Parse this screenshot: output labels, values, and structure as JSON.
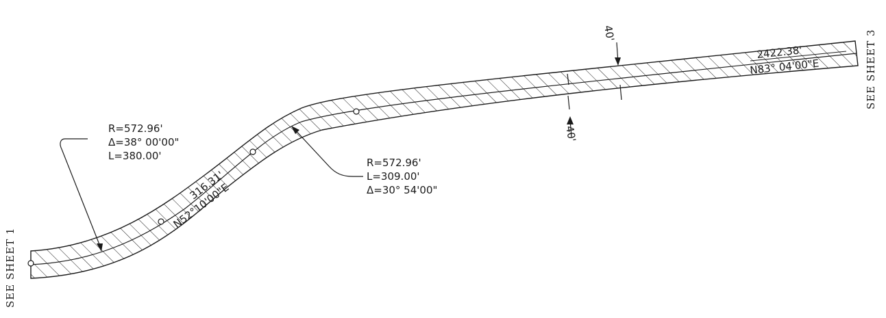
{
  "sheet_refs": {
    "left": "SEE SHEET 1",
    "right": "SEE SHEET 3"
  },
  "curve_1": {
    "radius": "R=572.96'",
    "delta": "Δ=38° 00'00\"",
    "length": "L=380.00'"
  },
  "curve_2": {
    "radius": "R=572.96'",
    "length": "L=309.00'",
    "delta": "Δ=30° 54'00\""
  },
  "tangent_1": {
    "distance": "316.31'",
    "bearing": "N52°10'00\"E"
  },
  "tangent_2": {
    "distance": "2422.38'",
    "bearing": "N83° 04'00\"E"
  },
  "widths": {
    "upper": "40'",
    "lower": "40'"
  },
  "colors": {
    "ink": "#1a1a1a",
    "paper": "#ffffff"
  }
}
